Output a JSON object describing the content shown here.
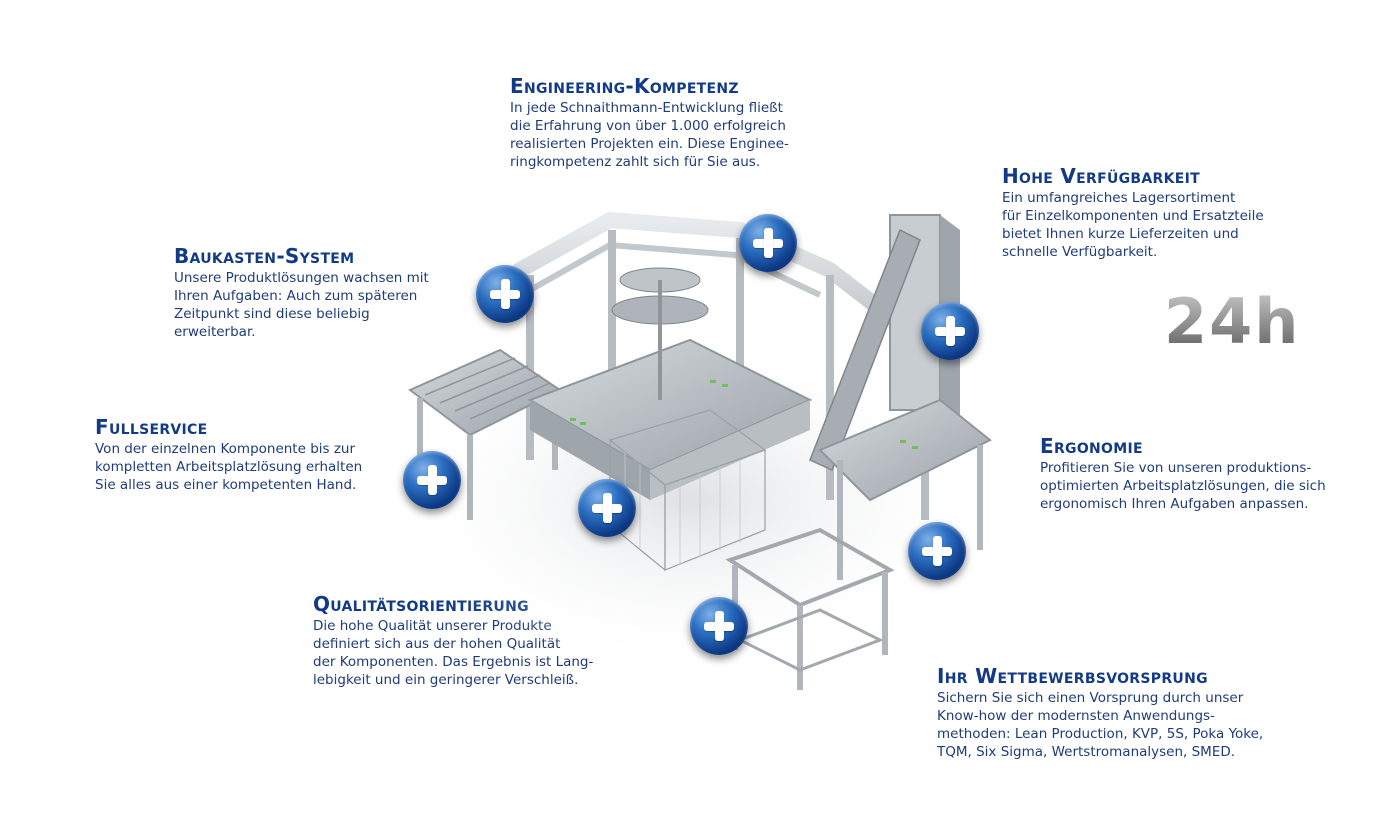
{
  "sections": {
    "engineering": {
      "title": "Engineering-Kompetenz",
      "text": "In jede Schnaithmann-Entwicklung fließt\ndie Erfahrung von über 1.000 erfolgreich\nrealisierten Projekten ein. Diese Enginee-\nringkompetenz zahlt sich für Sie aus."
    },
    "verfuegbarkeit": {
      "title": "Hohe Verfügbarkeit",
      "text": "Ein umfangreiches Lagersortiment\nfür Einzelkomponenten und Ersatzteile\nbietet Ihnen kurze Lieferzeiten und\nschnelle Verfügbarkeit."
    },
    "baukasten": {
      "title": "Baukasten-System",
      "text": "Unsere Produktlösungen wachsen mit\nIhren Aufgaben: Auch zum späteren\nZeitpunkt sind diese beliebig\nerweiterbar."
    },
    "fullservice": {
      "title": "Fullservice",
      "text": "Von der einzelnen Komponente bis zur\nkompletten Arbeitsplatzlösung erhalten\nSie alles aus einer kompetenten Hand."
    },
    "ergonomie": {
      "title": "Ergonomie",
      "text": "Profitieren Sie von unseren produktions-\noptimierten Arbeitsplatzlösungen, die sich\nergonomisch Ihren Aufgaben anpassen."
    },
    "qualitaet": {
      "title": "Qualitätsorientierung",
      "text": "Die hohe Qualität unserer Produkte\ndefiniert sich aus der hohen Qualität\nder Komponenten. Das Ergebnis ist Lang-\nlebigkeit und ein geringerer Verschleiß."
    },
    "wettbewerb": {
      "title": "Ihr Wettbewerbsvorsprung",
      "text": "Sichern Sie sich einen Vorsprung durch unser\nKnow-how der modernsten Anwendungs-\nmethoden: Lean Production, KVP, 5S, Poka Yoke,\nTQM, Six Sigma, Wertstromanalysen, SMED."
    }
  },
  "badge": "24h",
  "colors": {
    "heading": "#123a86",
    "text": "#1f3c7a",
    "button": "#0d3a86"
  },
  "icons": [
    "plus-icon"
  ]
}
